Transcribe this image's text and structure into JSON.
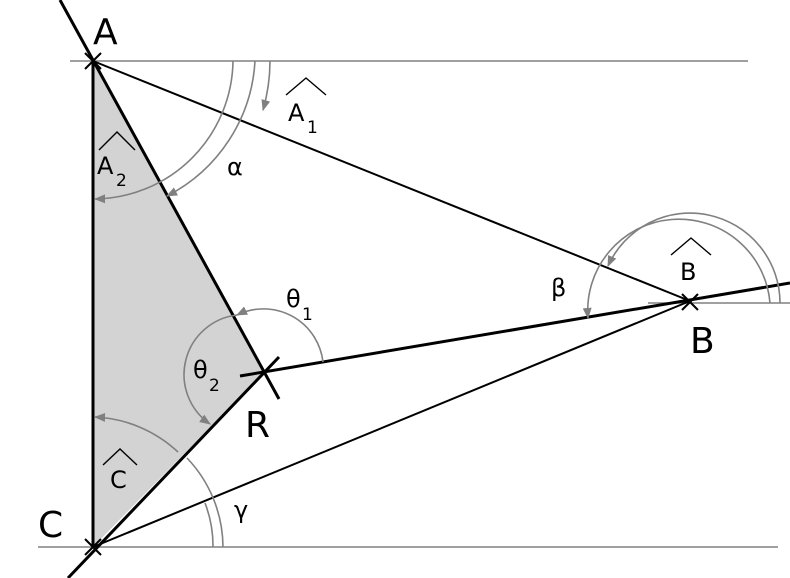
{
  "diagram": {
    "points": {
      "A": "A",
      "B": "B",
      "C": "C",
      "R": "R"
    },
    "angles": {
      "alpha": "α",
      "beta": "β",
      "gamma": "γ",
      "theta1": "θ",
      "theta1_sub": "1",
      "theta2": "θ",
      "theta2_sub": "2",
      "A1": "A",
      "A1_sub": "1",
      "A2": "A",
      "A2_sub": "2",
      "B_hat": "B",
      "C_hat": "C"
    },
    "colors": {
      "lines": "#000000",
      "guides": "#808080",
      "shaded_triangle": "#d3d3d3"
    }
  }
}
